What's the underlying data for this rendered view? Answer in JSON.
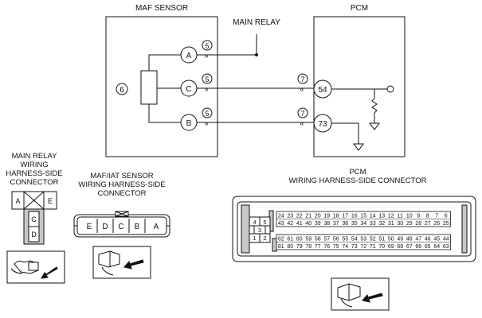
{
  "diagram": {
    "maf_sensor_title": "MAF SENSOR",
    "pcm_title": "PCM",
    "main_relay_label": "MAIN RELAY",
    "maf_callout": "6",
    "terminals": {
      "a": "A",
      "b": "B",
      "c": "C"
    },
    "pcm_terminals": {
      "t54": "54",
      "t73": "73"
    },
    "harness_marks": {
      "maf_side": "5",
      "pcm_side": "7"
    }
  },
  "main_relay_connector": {
    "title_lines": [
      "MAIN RELAY",
      "WIRING",
      "HARNESS-SIDE",
      "CONNECTOR"
    ],
    "pins": {
      "a": "A",
      "e": "E",
      "c": "C",
      "d": "D"
    }
  },
  "maf_iat_connector": {
    "title_lines": [
      "MAF/IAT SENSOR",
      "WIRING HARNESS-SIDE",
      "CONNECTOR"
    ],
    "pins": [
      "E",
      "D",
      "C",
      "B",
      "A"
    ]
  },
  "pcm_connector": {
    "title_lines": [
      "PCM",
      "WIRING HARNESS-SIDE CONNECTOR"
    ],
    "small_block": {
      "row1": [
        "4",
        "5"
      ],
      "row2": [
        "3"
      ],
      "row3": [
        "1",
        "2"
      ]
    },
    "upper_rows": [
      [
        "24",
        "23",
        "22",
        "21",
        "20",
        "19",
        "18",
        "17",
        "16",
        "15",
        "14",
        "13",
        "12",
        "11",
        "10",
        "9",
        "8",
        "7",
        "6"
      ],
      [
        "43",
        "42",
        "41",
        "40",
        "39",
        "38",
        "37",
        "36",
        "35",
        "34",
        "33",
        "32",
        "31",
        "30",
        "29",
        "28",
        "27",
        "26",
        "25"
      ]
    ],
    "lower_rows": [
      [
        "62",
        "61",
        "60",
        "59",
        "58",
        "57",
        "56",
        "55",
        "54",
        "53",
        "52",
        "51",
        "50",
        "49",
        "48",
        "47",
        "46",
        "45",
        "44"
      ],
      [
        "81",
        "80",
        "79",
        "78",
        "77",
        "76",
        "75",
        "74",
        "73",
        "72",
        "71",
        "70",
        "69",
        "68",
        "67",
        "66",
        "65",
        "64",
        "63"
      ]
    ]
  },
  "colors": {
    "line": "#111111",
    "shaded": "#c8c8c8",
    "background": "#ffffff"
  }
}
